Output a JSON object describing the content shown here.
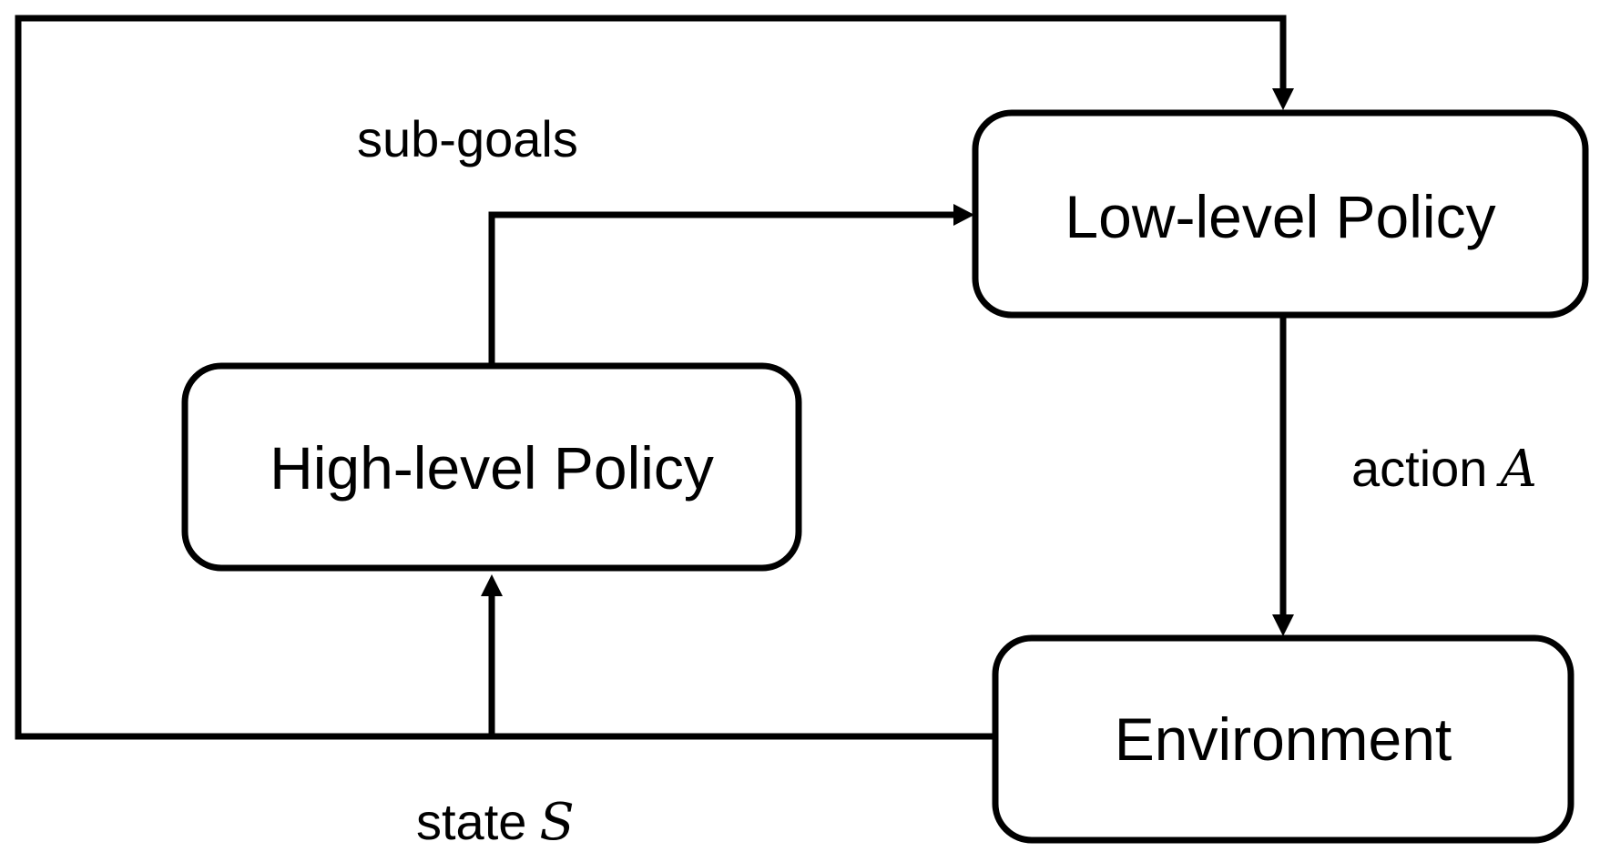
{
  "nodes": {
    "low_level": {
      "label": "Low-level Policy"
    },
    "high_level": {
      "label": "High-level Policy"
    },
    "environment": {
      "label": "Environment"
    }
  },
  "edges": {
    "sub_goals": {
      "label": "sub-goals"
    },
    "action": {
      "label": "action",
      "symbol": "A"
    },
    "state": {
      "label": "state",
      "symbol": "S"
    }
  },
  "colors": {
    "stroke": "#000000",
    "background": "#ffffff"
  }
}
